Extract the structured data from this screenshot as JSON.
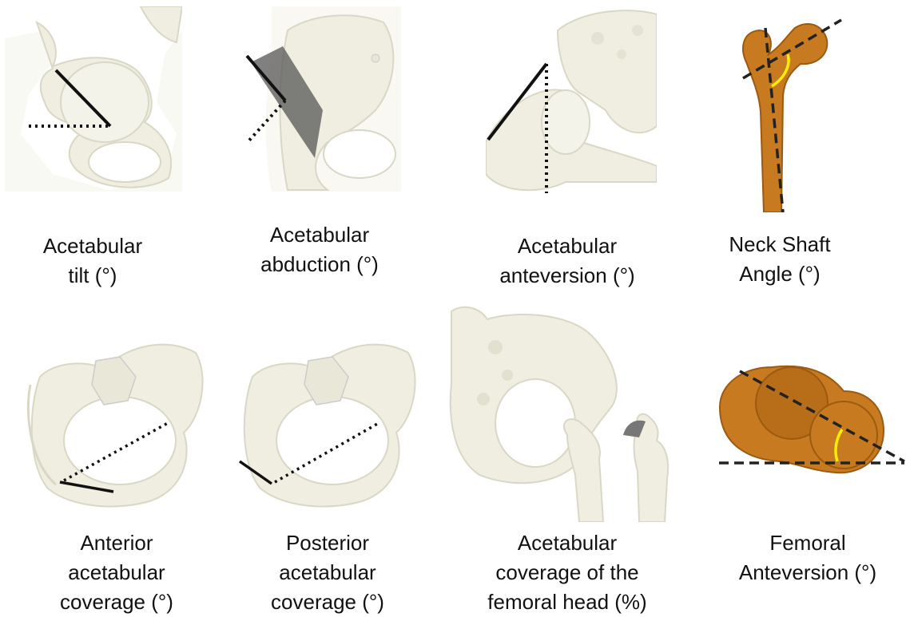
{
  "labels": [
    {
      "line1": "Acetabular",
      "line2": "tilt (°)"
    },
    {
      "line1": "Acetabular",
      "line2": "abduction (°)"
    },
    {
      "line1": "Acetabular",
      "line2": "anteversion (°)"
    },
    {
      "line1": "Neck Shaft",
      "line2": "Angle (°)"
    },
    {
      "line1": "Anterior",
      "line2": "acetabular",
      "line3": "coverage (°)"
    },
    {
      "line1": "Posterior",
      "line2": "acetabular",
      "line3": "coverage (°)"
    },
    {
      "line1": "Acetabular",
      "line2": "coverage of the",
      "line3": "femoral head (%)"
    },
    {
      "line1": "Femoral",
      "line2": "Anteversion (°)"
    }
  ],
  "colors": {
    "bone": "#efeee0",
    "bone_stroke": "#d9d8c6",
    "femur": "#c77a1f",
    "femur_dark": "#9c5a10",
    "measure_line": "#111111",
    "arc": "#ffee00",
    "plane": "#555555"
  }
}
